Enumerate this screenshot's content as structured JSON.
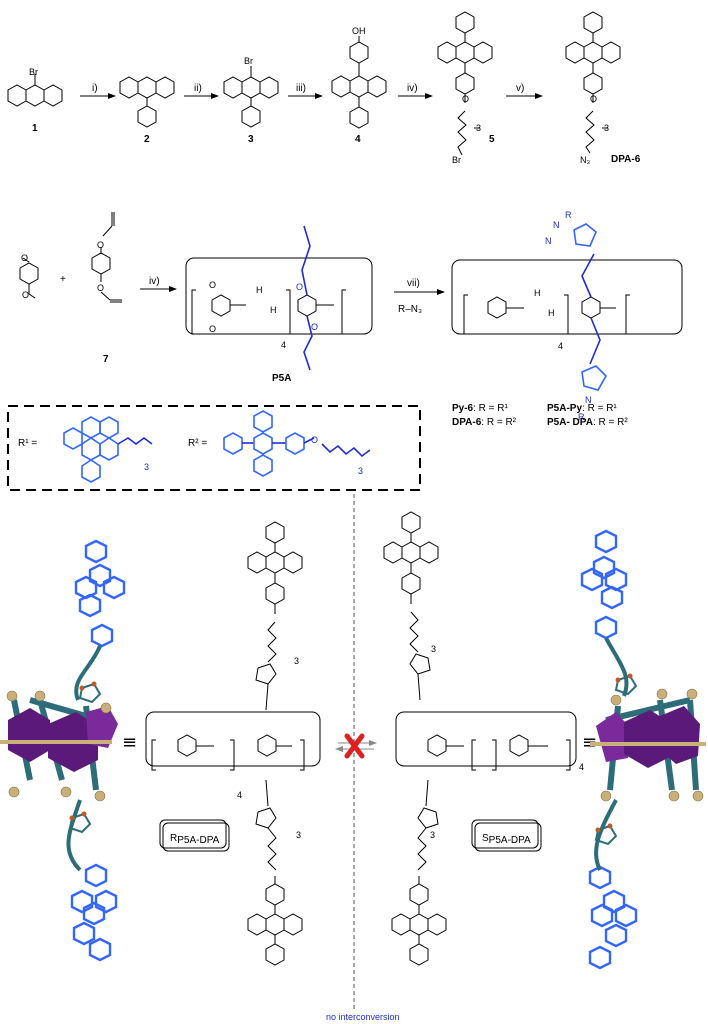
{
  "compounds": {
    "c1": "1",
    "c2": "2",
    "c3": "3",
    "c4": "4",
    "c5": "5",
    "c6": "DPA-6",
    "c7": "7",
    "p5a": "P5A"
  },
  "steps": {
    "s1": "i)",
    "s2": "ii)",
    "s3": "iii)",
    "s4": "iv)",
    "s5": "v)",
    "s6": "iv)",
    "s7": "vii)",
    "reagent": "R–N₃"
  },
  "atoms": {
    "br": "Br",
    "oh": "OH",
    "o": "O",
    "n3": "N₃",
    "h": "H",
    "n": "N",
    "r": "R",
    "sub3": "3",
    "sub4": "4"
  },
  "products": {
    "py6": "Py-6",
    "py6_r": ": R = R¹",
    "p5apy": "P5A-Py",
    "p5apy_r": ": R = R¹",
    "dpa6": "DPA-6",
    "dpa6_r": ": R = R²",
    "p5adpa": "P5A- DPA",
    "p5adpa_r": ": R = R²"
  },
  "legend": {
    "r1": "R¹ =",
    "r2": "R² ="
  },
  "enantiomers": {
    "r_label": "R",
    "r_sub": "P5A-DPA",
    "s_label": "S",
    "s_sub": "P5A-DPA",
    "note": "no interconversion",
    "equiv": "≡"
  },
  "colors": {
    "blue": "#1f2bd6",
    "ringblue": "#3366ff",
    "purple": "#5b1a7a",
    "teal": "#2d6d7a",
    "tan": "#c9b07a",
    "cross": "#e02020"
  }
}
